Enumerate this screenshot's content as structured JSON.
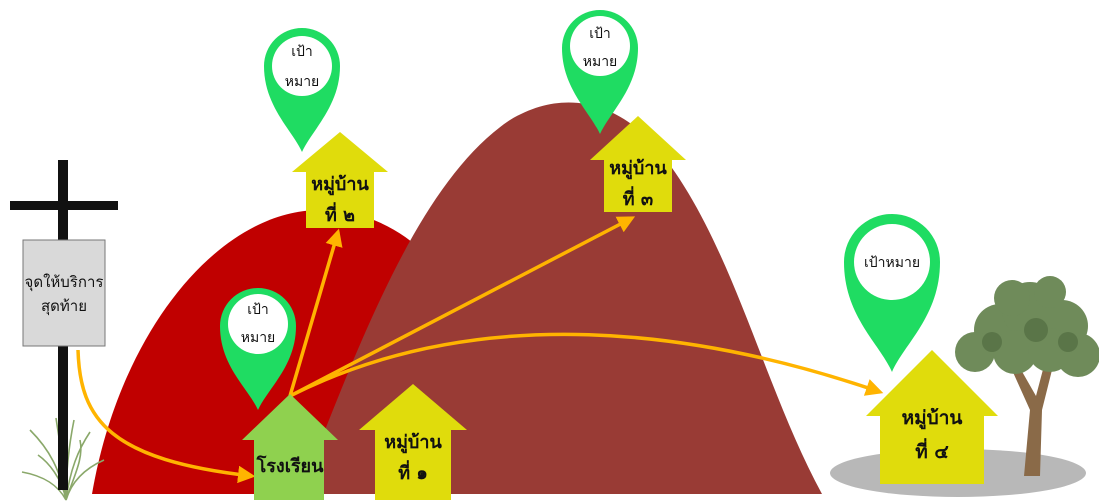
{
  "signpost": {
    "line1": "จุดให้บริการ",
    "line2": "สุดท้าย"
  },
  "school": {
    "label": "โรงเรียน"
  },
  "village1": {
    "line1": "หมู่บ้าน",
    "line2": "ที่ ๑"
  },
  "village2": {
    "line1": "หมู่บ้าน",
    "line2": "ที่ ๒"
  },
  "village3": {
    "line1": "หมู่บ้าน",
    "line2": "ที่ ๓"
  },
  "village4": {
    "line1": "หมู่บ้าน",
    "line2": "ที่ ๔"
  },
  "pin_school": {
    "line1": "เป้า",
    "line2": "หมาย"
  },
  "pin_village2": {
    "line1": "เป้า",
    "line2": "หมาย"
  },
  "pin_village3": {
    "line1": "เป้า",
    "line2": "หมาย"
  },
  "pin_village4": {
    "line1": "เป้าหมาย"
  },
  "colors": {
    "pin": "#1fdc62",
    "arrow": "#ffb400",
    "house_yellow": "#e0dc0c",
    "house_school": "#8fd14f",
    "hill_red": "#c00000",
    "hill_brown": "#993b35"
  }
}
